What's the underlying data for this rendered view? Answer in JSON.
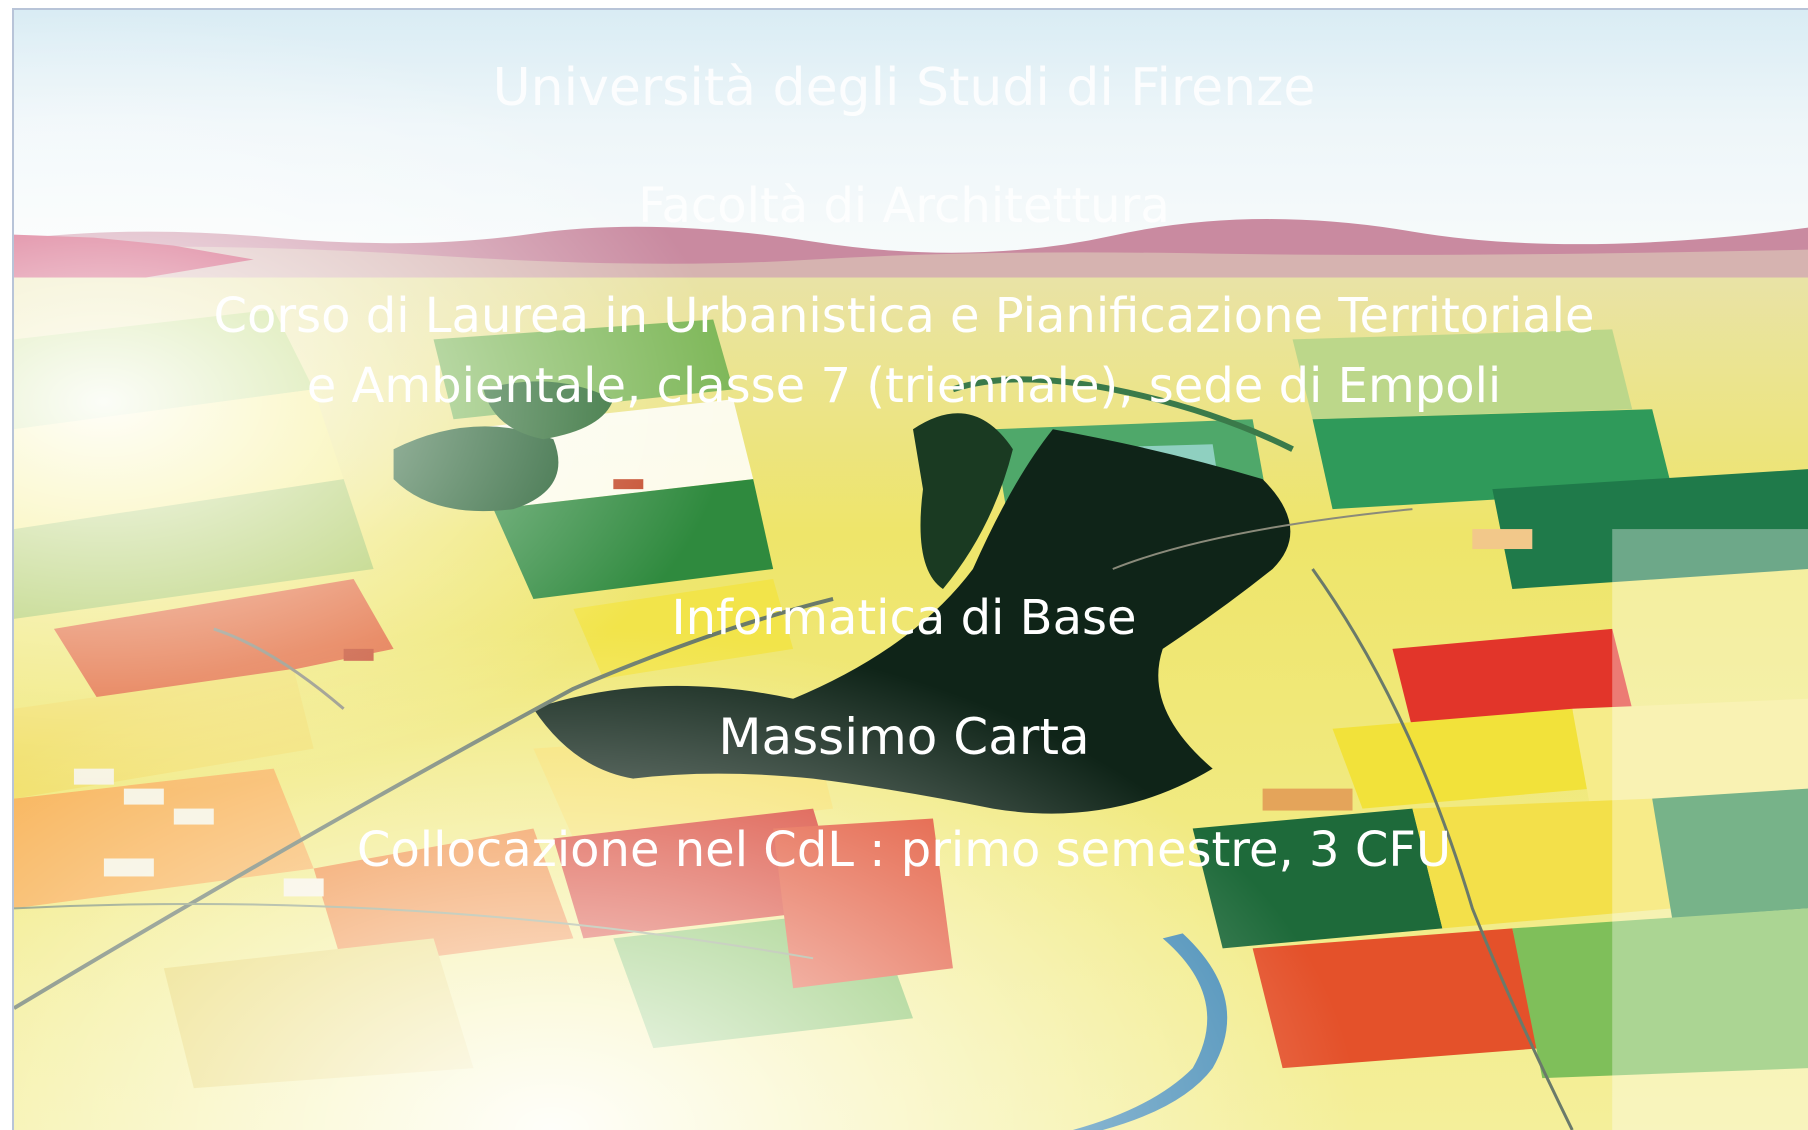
{
  "slide": {
    "university": "Università degli Studi di Firenze",
    "faculty": "Facoltà di Architettura",
    "course_line1": "Corso di Laurea in Urbanistica e Pianificazione Territoriale",
    "course_line2": "e Ambientale, classe 7 (triennale), sede di Empoli",
    "subject": "Informatica di Base",
    "author": "Massimo Carta",
    "placement": "Collocazione nel CdL : primo semestre, 3 CFU"
  },
  "background": {
    "icon": "aerial-landscape-illustration",
    "colors": {
      "sky": "#dfeef5",
      "field_yellow": "#f3e463",
      "field_green": "#3f9a4a",
      "field_red": "#e0452a",
      "forest": "#0f2418",
      "river": "#4a8fb8"
    }
  }
}
